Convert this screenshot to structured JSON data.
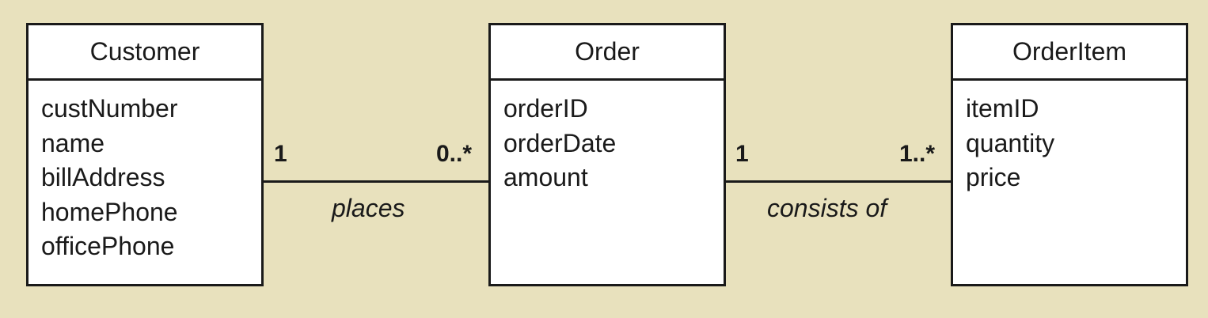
{
  "classes": {
    "customer": {
      "name": "Customer",
      "attributes": [
        "custNumber",
        "name",
        "billAddress",
        "homePhone",
        "officePhone"
      ]
    },
    "order": {
      "name": "Order",
      "attributes": [
        "orderID",
        "orderDate",
        "amount"
      ]
    },
    "orderitem": {
      "name": "OrderItem",
      "attributes": [
        "itemID",
        "quantity",
        "price"
      ]
    }
  },
  "associations": {
    "places": {
      "label": "places",
      "source_multiplicity": "1",
      "target_multiplicity": "0..*"
    },
    "consists_of": {
      "label": "consists of",
      "source_multiplicity": "1",
      "target_multiplicity": "1..*"
    }
  },
  "colors": {
    "background": "#e8e1bd",
    "box_fill": "#ffffff",
    "line": "#1a1a1a"
  }
}
